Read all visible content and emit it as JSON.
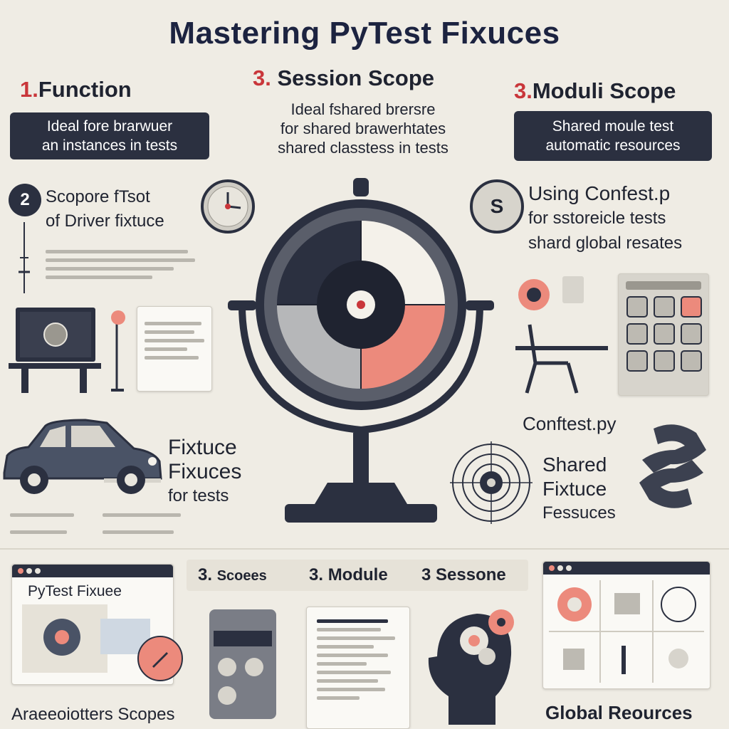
{
  "title": "Mastering PyTest Fixuces",
  "function_block": {
    "number": "1.",
    "heading": "Function",
    "box_line1": "Ideal fore brarwuer",
    "box_line2": "an instances in tests"
  },
  "session_block": {
    "number": "3.",
    "heading": "Session Scope",
    "line1": "Ideal fshared brersre",
    "line2": "for shared brawerhtates",
    "line3": "shared classtess in tests"
  },
  "module_block": {
    "number": "3.",
    "heading": "Moduli Scope",
    "box_line1": "Shared moule test",
    "box_line2": "automatic resources"
  },
  "driver_block": {
    "badge": "2",
    "line1": "Scopore fTsot",
    "line2": "of Driver fixtuce"
  },
  "conftest_block": {
    "badge": "S",
    "line1": "Using Confest.p",
    "line2": "for sstoreicle tests",
    "line3": "shard global resates"
  },
  "car_block": {
    "line1": "Fixtuce",
    "line2": "Fixuces",
    "line3": "for tests"
  },
  "conftest_py_block": {
    "label": "Conftest.py",
    "line1": "Shared",
    "line2": "Fixtuce",
    "line3": "Fessuces"
  },
  "scopes_bar": {
    "item1_num": "3.",
    "item1_label": "Scoees",
    "item2_num": "3.",
    "item2_label": "Module",
    "item3_num": "3",
    "item3_label": "Sessone"
  },
  "pytest_card": {
    "label": "PyTest Fixuee"
  },
  "footer_left": "Araeeoiotters Scopes",
  "footer_right": "Global Reources",
  "colors": {
    "accent_red": "#c9363a",
    "dark": "#2b3040",
    "salmon": "#ec8a7c",
    "background": "#efece4"
  }
}
